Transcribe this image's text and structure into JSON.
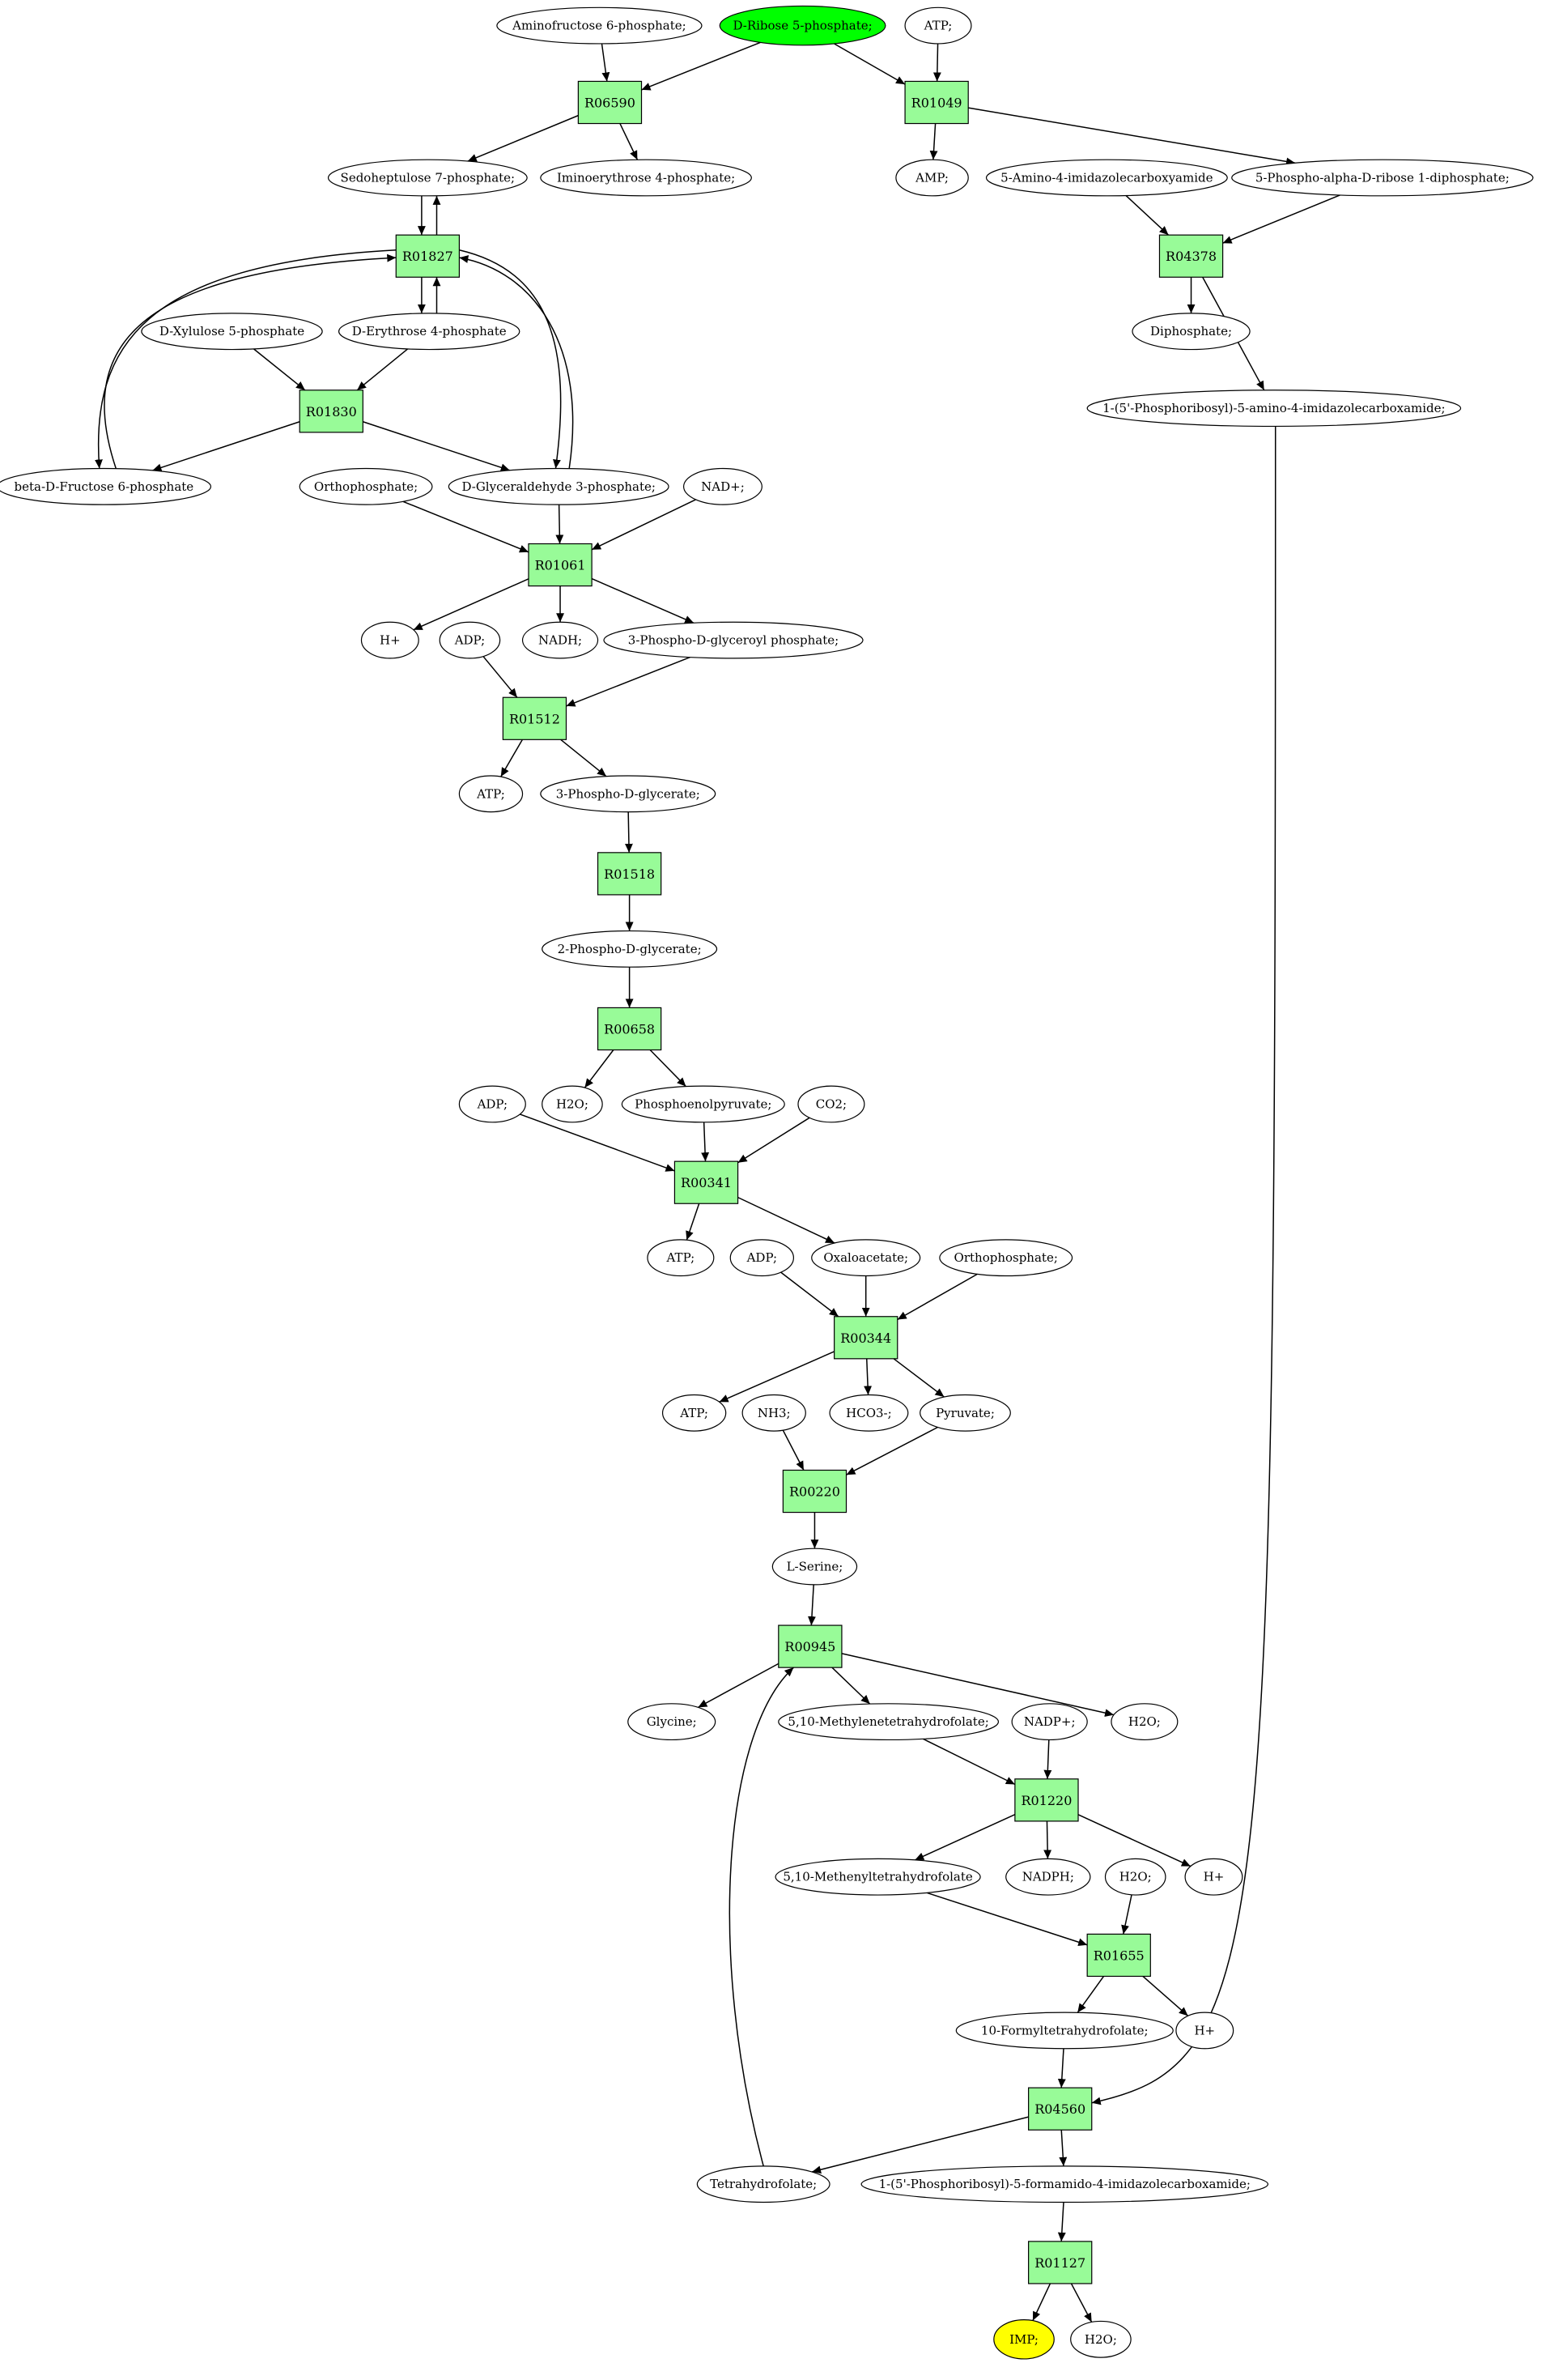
{
  "colors": {
    "reaction_fill": "#98fb98",
    "metabolite_fill": "#ffffff",
    "start_fill": "#00ff00",
    "end_fill": "#ffff00"
  },
  "reactions": [
    {
      "id": "r06590",
      "label": "R06590"
    },
    {
      "id": "r01049",
      "label": "R01049"
    },
    {
      "id": "r04378",
      "label": "R04378"
    },
    {
      "id": "r01827",
      "label": "R01827"
    },
    {
      "id": "r01830",
      "label": "R01830"
    },
    {
      "id": "r01061",
      "label": "R01061"
    },
    {
      "id": "r01512",
      "label": "R01512"
    },
    {
      "id": "r01518",
      "label": "R01518"
    },
    {
      "id": "r00658",
      "label": "R00658"
    },
    {
      "id": "r00341",
      "label": "R00341"
    },
    {
      "id": "r00344",
      "label": "R00344"
    },
    {
      "id": "r00220",
      "label": "R00220"
    },
    {
      "id": "r00945",
      "label": "R00945"
    },
    {
      "id": "r01220",
      "label": "R01220"
    },
    {
      "id": "r01655",
      "label": "R01655"
    },
    {
      "id": "r04560",
      "label": "R04560"
    },
    {
      "id": "r01127",
      "label": "R01127"
    }
  ],
  "metabolites": [
    {
      "id": "m_aminofructose",
      "label": "Aminofructose 6-phosphate;",
      "role": "normal"
    },
    {
      "id": "m_ribose",
      "label": "D-Ribose 5-phosphate;",
      "role": "start"
    },
    {
      "id": "m_atp1",
      "label": "ATP;",
      "role": "normal"
    },
    {
      "id": "m_sedoheptulose",
      "label": "Sedoheptulose 7-phosphate;",
      "role": "normal"
    },
    {
      "id": "m_iminoerythrose",
      "label": "Iminoerythrose 4-phosphate;",
      "role": "normal"
    },
    {
      "id": "m_amp",
      "label": "AMP;",
      "role": "normal"
    },
    {
      "id": "m_aica",
      "label": "5-Amino-4-imidazolecarboxyamide",
      "role": "normal"
    },
    {
      "id": "m_prpp",
      "label": "5-Phospho-alpha-D-ribose 1-diphosphate;",
      "role": "normal"
    },
    {
      "id": "m_xylulose",
      "label": "D-Xylulose 5-phosphate",
      "role": "normal"
    },
    {
      "id": "m_erythrose",
      "label": "D-Erythrose 4-phosphate",
      "role": "normal"
    },
    {
      "id": "m_diphosphate",
      "label": "Diphosphate;",
      "role": "normal"
    },
    {
      "id": "m_aicar",
      "label": "1-(5'-Phosphoribosyl)-5-amino-4-imidazolecarboxamide;",
      "role": "normal"
    },
    {
      "id": "m_fructose",
      "label": "beta-D-Fructose 6-phosphate",
      "role": "normal"
    },
    {
      "id": "m_ortho1",
      "label": "Orthophosphate;",
      "role": "normal"
    },
    {
      "id": "m_g3p",
      "label": "D-Glyceraldehyde 3-phosphate;",
      "role": "normal"
    },
    {
      "id": "m_nad",
      "label": "NAD+;",
      "role": "normal"
    },
    {
      "id": "m_h1",
      "label": "H+",
      "role": "normal"
    },
    {
      "id": "m_adp1",
      "label": "ADP;",
      "role": "normal"
    },
    {
      "id": "m_nadh",
      "label": "NADH;",
      "role": "normal"
    },
    {
      "id": "m_bpg",
      "label": "3-Phospho-D-glyceroyl phosphate;",
      "role": "normal"
    },
    {
      "id": "m_atp2",
      "label": "ATP;",
      "role": "normal"
    },
    {
      "id": "m_3pg",
      "label": "3-Phospho-D-glycerate;",
      "role": "normal"
    },
    {
      "id": "m_2pg",
      "label": "2-Phospho-D-glycerate;",
      "role": "normal"
    },
    {
      "id": "m_adp2",
      "label": "ADP;",
      "role": "normal"
    },
    {
      "id": "m_h2o1",
      "label": "H2O;",
      "role": "normal"
    },
    {
      "id": "m_pep",
      "label": "Phosphoenolpyruvate;",
      "role": "normal"
    },
    {
      "id": "m_co2",
      "label": "CO2;",
      "role": "normal"
    },
    {
      "id": "m_atp3",
      "label": "ATP;",
      "role": "normal"
    },
    {
      "id": "m_adp3",
      "label": "ADP;",
      "role": "normal"
    },
    {
      "id": "m_oxaloacetate",
      "label": "Oxaloacetate;",
      "role": "normal"
    },
    {
      "id": "m_ortho2",
      "label": "Orthophosphate;",
      "role": "normal"
    },
    {
      "id": "m_atp4",
      "label": "ATP;",
      "role": "normal"
    },
    {
      "id": "m_nh3",
      "label": "NH3;",
      "role": "normal"
    },
    {
      "id": "m_hco3",
      "label": "HCO3-;",
      "role": "normal"
    },
    {
      "id": "m_pyruvate",
      "label": "Pyruvate;",
      "role": "normal"
    },
    {
      "id": "m_serine",
      "label": "L-Serine;",
      "role": "normal"
    },
    {
      "id": "m_glycine",
      "label": "Glycine;",
      "role": "normal"
    },
    {
      "id": "m_methylene",
      "label": "5,10-Methylenetetrahydrofolate;",
      "role": "normal"
    },
    {
      "id": "m_nadp",
      "label": "NADP+;",
      "role": "normal"
    },
    {
      "id": "m_h2o2",
      "label": "H2O;",
      "role": "normal"
    },
    {
      "id": "m_methenyl",
      "label": "5,10-Methenyltetrahydrofolate",
      "role": "normal"
    },
    {
      "id": "m_nadph",
      "label": "NADPH;",
      "role": "normal"
    },
    {
      "id": "m_h2o3",
      "label": "H2O;",
      "role": "normal"
    },
    {
      "id": "m_h2",
      "label": "H+",
      "role": "normal"
    },
    {
      "id": "m_formyl",
      "label": "10-Formyltetrahydrofolate;",
      "role": "normal"
    },
    {
      "id": "m_h3",
      "label": "H+",
      "role": "normal"
    },
    {
      "id": "m_thf",
      "label": "Tetrahydrofolate;",
      "role": "normal"
    },
    {
      "id": "m_faicar",
      "label": "1-(5'-Phosphoribosyl)-5-formamido-4-imidazolecarboxamide;",
      "role": "normal"
    },
    {
      "id": "m_imp",
      "label": "IMP;",
      "role": "end"
    },
    {
      "id": "m_h2o4",
      "label": "H2O;",
      "role": "normal"
    }
  ],
  "edges": [
    [
      "m_aminofructose",
      "r06590"
    ],
    [
      "m_ribose",
      "r06590"
    ],
    [
      "r06590",
      "m_sedoheptulose"
    ],
    [
      "r06590",
      "m_iminoerythrose"
    ],
    [
      "m_ribose",
      "r01049"
    ],
    [
      "m_atp1",
      "r01049"
    ],
    [
      "r01049",
      "m_amp"
    ],
    [
      "r01049",
      "m_prpp"
    ],
    [
      "m_aica",
      "r04378"
    ],
    [
      "m_prpp",
      "r04378"
    ],
    [
      "r04378",
      "m_diphosphate"
    ],
    [
      "r04378",
      "m_aicar"
    ],
    [
      "m_sedoheptulose",
      "r01827"
    ],
    [
      "r01827",
      "m_sedoheptulose"
    ],
    [
      "r01827",
      "m_erythrose"
    ],
    [
      "m_erythrose",
      "r01827"
    ],
    [
      "m_fructose",
      "r01827"
    ],
    [
      "r01827",
      "m_fructose"
    ],
    [
      "m_g3p",
      "r01827"
    ],
    [
      "r01827",
      "m_g3p"
    ],
    [
      "m_xylulose",
      "r01830"
    ],
    [
      "m_erythrose",
      "r01830"
    ],
    [
      "r01830",
      "m_fructose"
    ],
    [
      "r01830",
      "m_g3p"
    ],
    [
      "m_ortho1",
      "r01061"
    ],
    [
      "m_g3p",
      "r01061"
    ],
    [
      "m_nad",
      "r01061"
    ],
    [
      "r01061",
      "m_h1"
    ],
    [
      "r01061",
      "m_nadh"
    ],
    [
      "r01061",
      "m_bpg"
    ],
    [
      "m_adp1",
      "r01512"
    ],
    [
      "m_bpg",
      "r01512"
    ],
    [
      "r01512",
      "m_atp2"
    ],
    [
      "r01512",
      "m_3pg"
    ],
    [
      "m_3pg",
      "r01518"
    ],
    [
      "r01518",
      "m_2pg"
    ],
    [
      "m_2pg",
      "r00658"
    ],
    [
      "r00658",
      "m_h2o1"
    ],
    [
      "r00658",
      "m_pep"
    ],
    [
      "m_adp2",
      "r00341"
    ],
    [
      "m_pep",
      "r00341"
    ],
    [
      "m_co2",
      "r00341"
    ],
    [
      "r00341",
      "m_atp3"
    ],
    [
      "r00341",
      "m_oxaloacetate"
    ],
    [
      "m_adp3",
      "r00344"
    ],
    [
      "m_oxaloacetate",
      "r00344"
    ],
    [
      "m_ortho2",
      "r00344"
    ],
    [
      "r00344",
      "m_atp4"
    ],
    [
      "r00344",
      "m_hco3"
    ],
    [
      "r00344",
      "m_pyruvate"
    ],
    [
      "m_nh3",
      "r00220"
    ],
    [
      "m_pyruvate",
      "r00220"
    ],
    [
      "r00220",
      "m_serine"
    ],
    [
      "m_serine",
      "r00945"
    ],
    [
      "m_thf",
      "r00945"
    ],
    [
      "r00945",
      "m_glycine"
    ],
    [
      "r00945",
      "m_methylene"
    ],
    [
      "r00945",
      "m_h2o2"
    ],
    [
      "m_methylene",
      "r01220"
    ],
    [
      "m_nadp",
      "r01220"
    ],
    [
      "r01220",
      "m_methenyl"
    ],
    [
      "r01220",
      "m_nadph"
    ],
    [
      "r01220",
      "m_h2"
    ],
    [
      "m_methenyl",
      "r01655"
    ],
    [
      "m_h2o3",
      "r01655"
    ],
    [
      "r01655",
      "m_formyl"
    ],
    [
      "r01655",
      "m_h3"
    ],
    [
      "m_formyl",
      "r04560"
    ],
    [
      "m_aicar",
      "r04560"
    ],
    [
      "r04560",
      "m_thf"
    ],
    [
      "r04560",
      "m_faicar"
    ],
    [
      "m_faicar",
      "r01127"
    ],
    [
      "r01127",
      "m_imp"
    ],
    [
      "r01127",
      "m_h2o4"
    ]
  ]
}
